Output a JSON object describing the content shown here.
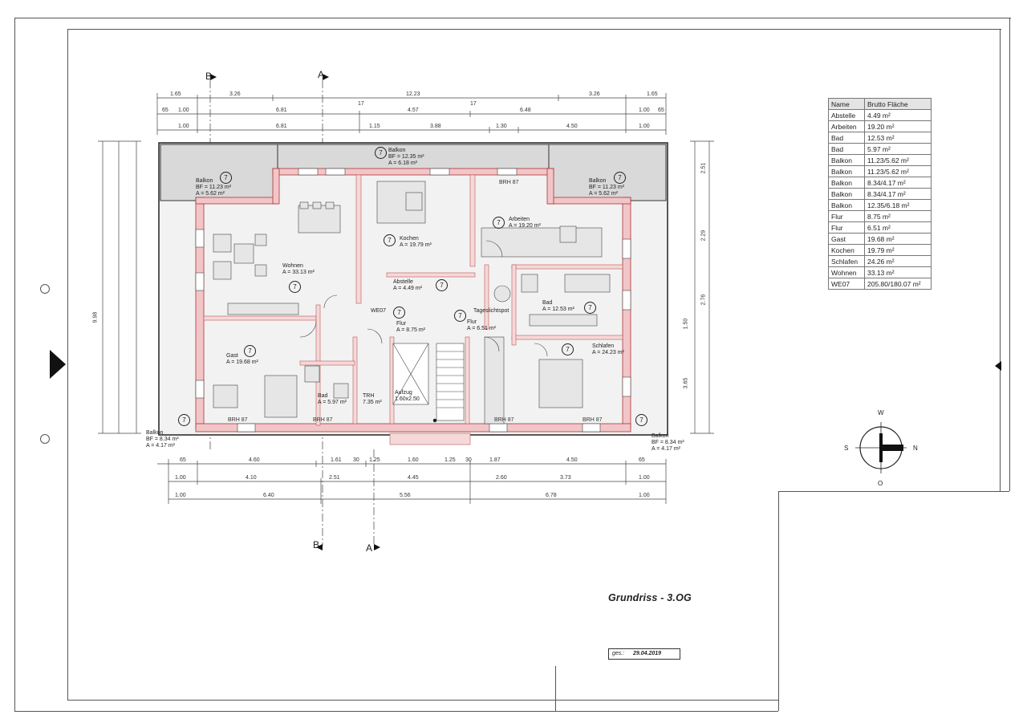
{
  "drawing": {
    "title": "Grundriss - 3.OG",
    "date_label": "ges.:",
    "date": "29.04.2019",
    "unit_label": "WE07",
    "section_marks": [
      "B",
      "A"
    ],
    "compass": {
      "north": "N",
      "south": "S",
      "west": "W",
      "east": "O"
    }
  },
  "area_table": {
    "headers": [
      "Name",
      "Brutto Fläche"
    ],
    "rows": [
      [
        "Abstelle",
        "4.49 m²"
      ],
      [
        "Arbeiten",
        "19.20 m²"
      ],
      [
        "Bad",
        "12.53 m²"
      ],
      [
        "Bad",
        "5.97 m²"
      ],
      [
        "Balkon",
        "11.23/5.62 m²"
      ],
      [
        "Balkon",
        "11.23/5.62 m²"
      ],
      [
        "Balkon",
        "8.34/4.17 m²"
      ],
      [
        "Balkon",
        "8.34/4.17 m²"
      ],
      [
        "Balkon",
        "12.35/6.18 m²"
      ],
      [
        "Flur",
        "8.75 m²"
      ],
      [
        "Flur",
        "6.51 m²"
      ],
      [
        "Gast",
        "19.68 m²"
      ],
      [
        "Kochen",
        "19.79 m²"
      ],
      [
        "Schlafen",
        "24.26 m²"
      ],
      [
        "Wohnen",
        "33.13 m²"
      ],
      [
        "WE07",
        "205.80/180.07 m²"
      ]
    ]
  },
  "rooms": {
    "balkon_top": {
      "name": "Balkon",
      "bf": "BF = 12.35 m²",
      "a": "A = 6.18 m²"
    },
    "balkon_tl": {
      "name": "Balkon",
      "bf": "BF = 11.23 m²",
      "a": "A = 5.62 m²"
    },
    "balkon_tr": {
      "name": "Balkon",
      "bf": "BF = 11.23 m²",
      "a": "A = 5.62 m²"
    },
    "balkon_bl": {
      "name": "Balkon",
      "bf": "BF = 8.34 m²",
      "a": "A = 4.17 m²"
    },
    "balkon_br": {
      "name": "Balkon",
      "bf": "BF = 8.34 m²",
      "a": "A = 4.17 m²"
    },
    "wohnen": {
      "name": "Wohnen",
      "a": "A = 33.13 m²"
    },
    "kochen": {
      "name": "Kochen",
      "a": "A = 19.79 m²"
    },
    "arbeiten": {
      "name": "Arbeiten",
      "a": "A = 19.20 m²"
    },
    "abstelle": {
      "name": "Abstelle",
      "a": "A = 4.49 m²"
    },
    "tageslicht": {
      "name": "Tageslichtspot"
    },
    "flur1": {
      "name": "Flur",
      "a": "A = 8.75 m²"
    },
    "flur2": {
      "name": "Flur",
      "a": "A = 6.51 m²"
    },
    "bad1": {
      "name": "Bad",
      "a": "A = 12.53 m²"
    },
    "bad2": {
      "name": "Bad",
      "a": "A = 5.97 m²"
    },
    "gast": {
      "name": "Gast",
      "a": "A = 19.68 m²"
    },
    "schlafen": {
      "name": "Schlafen",
      "a": "A = 24.23 m²"
    },
    "trh": {
      "name": "TRH",
      "a": "7.35 m²"
    },
    "aufzug": {
      "name": "Aufzug",
      "size": "1.60x2.50"
    }
  },
  "dims": {
    "top1": [
      "1.65",
      "3.26",
      "12.23",
      "3.26",
      "1.65"
    ],
    "top2": [
      "65",
      "1.00",
      "6.81",
      "17",
      "4.57",
      "17",
      "6.48",
      "1.00",
      "65"
    ],
    "top3": [
      "1.00",
      "6.81",
      "1.15",
      "3.88",
      "1.30",
      "4.50",
      "1.00"
    ],
    "bottom1": [
      "65",
      "4.60",
      "1.61",
      "30",
      "1.25",
      "1.60",
      "1.25",
      "30",
      "1.87",
      "4.50",
      "65"
    ],
    "bottom2": [
      "1.00",
      "4.10",
      "2.51",
      "4.45",
      "2.60",
      "3.73",
      "1.00"
    ],
    "bottom3": [
      "1.00",
      "6.40",
      "5.56",
      "6.78",
      "1.00"
    ],
    "left_total": "9.98",
    "right": [
      "2.51",
      "2.29",
      "2.76",
      "1.50",
      "3.65"
    ]
  },
  "tag": "7",
  "brh_label": "BRH 87"
}
